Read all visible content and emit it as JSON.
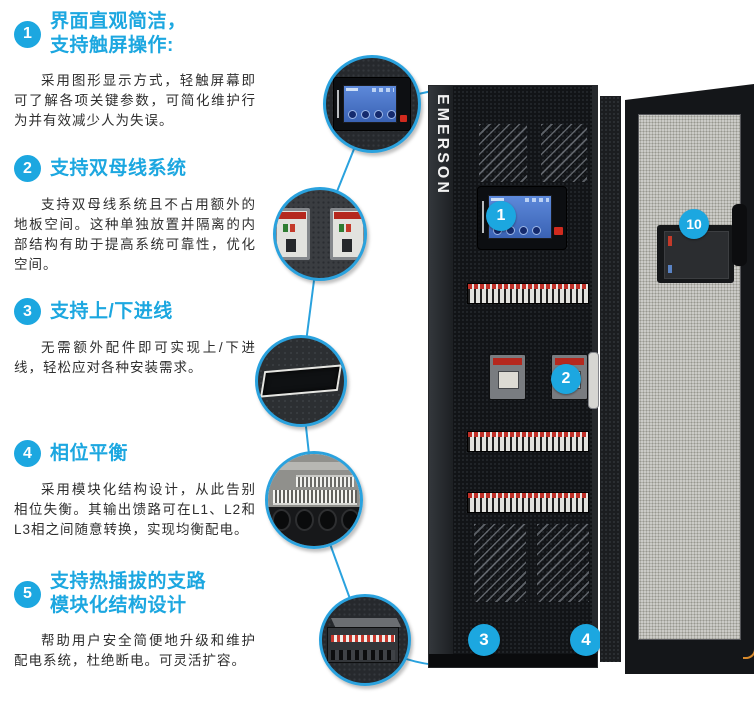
{
  "colors": {
    "accent": "#1ca7e0",
    "connector_line": "#2aa2de",
    "screen_blue": "#4a74c8",
    "breaker_red": "#b5281e",
    "mesh_gray": "#cbcbc7"
  },
  "features": [
    {
      "number": "1",
      "title": "界面直观简洁，\n支持触屏操作:",
      "body": "采用图形显示方式，轻触屏幕即可了解各项关键参数，可简化维护行为并有效减少人为失误。"
    },
    {
      "number": "2",
      "title": "支持双母线系统",
      "body": "支持双母线系统且不占用额外的地板空间。这种单独放置并隔离的内部结构有助于提高系统可靠性，优化空间。"
    },
    {
      "number": "3",
      "title": "支持上/下进线",
      "body": "无需额外配件即可实现上/下进线，轻松应对各种安装需求。"
    },
    {
      "number": "4",
      "title": "相位平衡",
      "body": "采用模块化结构设计，从此告别相位失衡。其输出馈路可在L1、L2和L3相之间随意转换，实现均衡配电。"
    },
    {
      "number": "5",
      "title": "支持热插拔的支路\n模块化结构设计",
      "body": "帮助用户安全简便地升级和维护配电系统，杜绝断电。可灵活扩容。"
    }
  ],
  "rack": {
    "brand": "EMERSON",
    "badges": {
      "display": "1",
      "breaker": "2",
      "bottom_left": "3",
      "bottom_right": "4"
    }
  },
  "door": {
    "badge": "10"
  }
}
